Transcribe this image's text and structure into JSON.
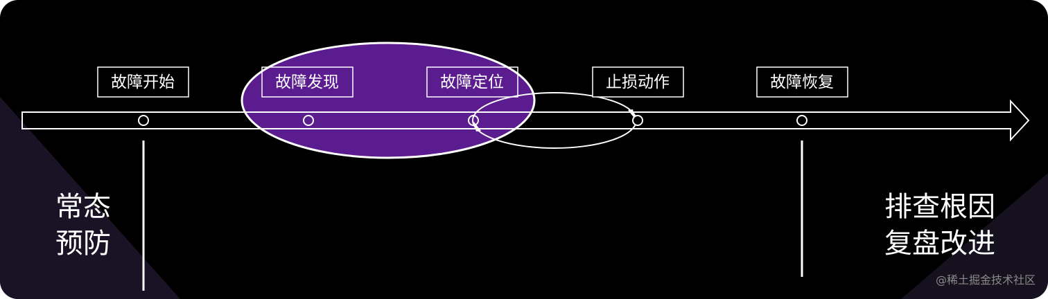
{
  "colors": {
    "background": "#000000",
    "foreground": "#ffffff",
    "highlight": "#5b1c8f",
    "corner_shade": "#1a1326",
    "watermark": "#8a8a8a"
  },
  "stages": [
    {
      "label": "故障开始"
    },
    {
      "label": "故障发现"
    },
    {
      "label": "故障定位"
    },
    {
      "label": "止损动作"
    },
    {
      "label": "故障恢复"
    }
  ],
  "left_text": {
    "line1": "常态",
    "line2": "预防"
  },
  "right_text": {
    "line1": "排查根因",
    "line2": "复盘改进"
  },
  "watermark": "@稀土掘金技术社区"
}
